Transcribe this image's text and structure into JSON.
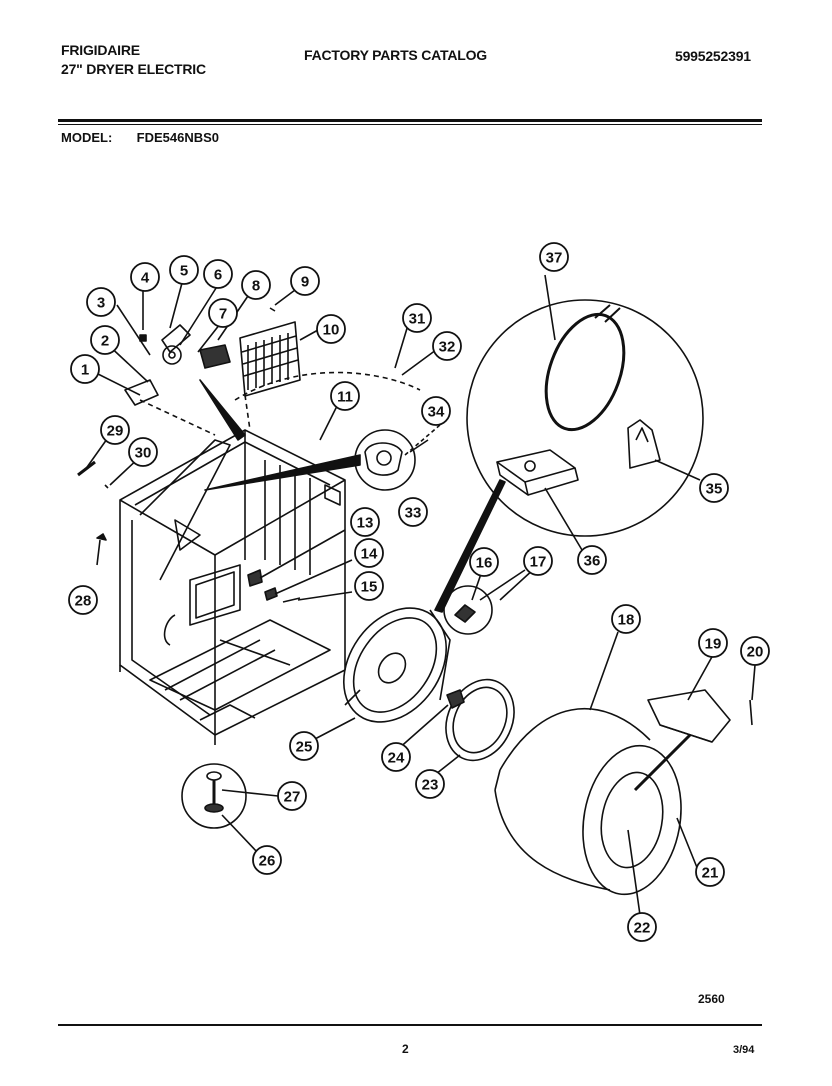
{
  "header": {
    "brand": "FRIGIDAIRE",
    "product": "27\" DRYER ELECTRIC",
    "catalog_title": "FACTORY PARTS CATALOG",
    "catalog_number": "5995252391"
  },
  "model": {
    "label": "MODEL:",
    "value": "FDE546NBS0"
  },
  "callouts": [
    "1",
    "2",
    "3",
    "4",
    "5",
    "6",
    "7",
    "8",
    "9",
    "10",
    "11",
    "13",
    "14",
    "15",
    "16",
    "17",
    "18",
    "19",
    "20",
    "21",
    "22",
    "23",
    "24",
    "25",
    "26",
    "27",
    "28",
    "29",
    "30",
    "31",
    "32",
    "33",
    "34",
    "35",
    "36",
    "37"
  ],
  "footer": {
    "drawing_number": "2560",
    "page_number": "2",
    "date_code": "3/94"
  },
  "colors": {
    "ink": "#111111",
    "paper": "#ffffff"
  }
}
